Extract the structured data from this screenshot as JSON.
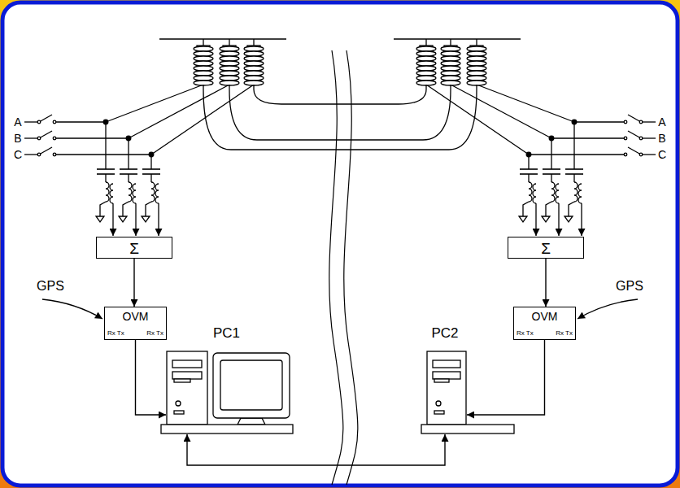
{
  "diagram": {
    "nodes": [
      {
        "text": [
          "Σ"
        ]
      },
      {
        "text": [
          "Σ"
        ]
      },
      {
        "text": [
          "OVM",
          "Rx Tx",
          "Rx Tx"
        ]
      },
      {
        "text": [
          "OVM",
          "Rx Tx",
          "Rx Tx"
        ]
      },
      {
        "text": [
          "PC1"
        ]
      },
      {
        "text": [
          "PC2"
        ]
      }
    ],
    "edges": [
      {
        "from": 0,
        "to": 2,
        "arrow": "to"
      },
      {
        "from": 1,
        "to": 3,
        "arrow": "to"
      },
      {
        "from": 2,
        "to": 4,
        "arrow": "to"
      },
      {
        "from": 3,
        "to": 5,
        "arrow": "to"
      },
      {
        "from": 4,
        "to": 5,
        "arrow": "both"
      }
    ],
    "labels": [
      "A",
      "B",
      "C",
      "A",
      "B",
      "C",
      "GPS",
      "GPS"
    ]
  }
}
